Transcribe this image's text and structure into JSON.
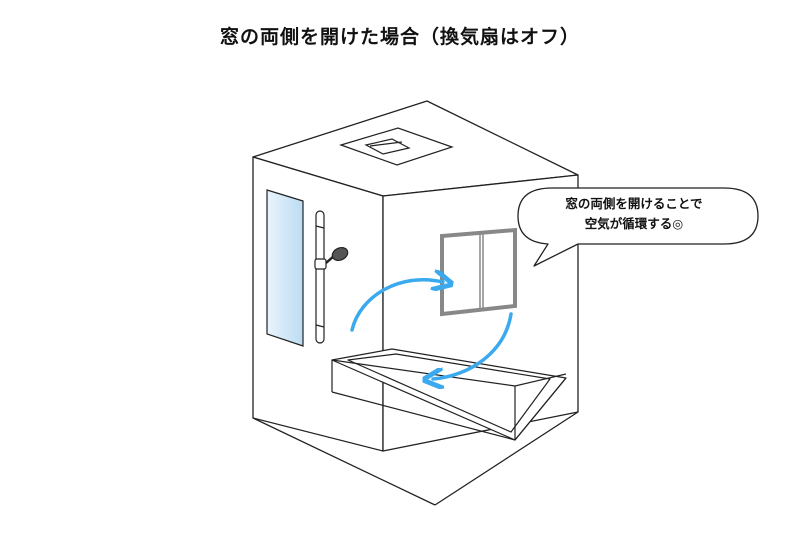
{
  "title": "窓の両側を開けた場合（換気扇はオフ）",
  "callout": {
    "line1": "窓の両側を開けることで",
    "line2": "空気が循環する◎"
  },
  "colors": {
    "arrow": "#3aa9ee",
    "line": "#222222",
    "window_frame": "#888888",
    "mirror_light": "#e7f3fb",
    "mirror_dark": "#bfdff5"
  }
}
